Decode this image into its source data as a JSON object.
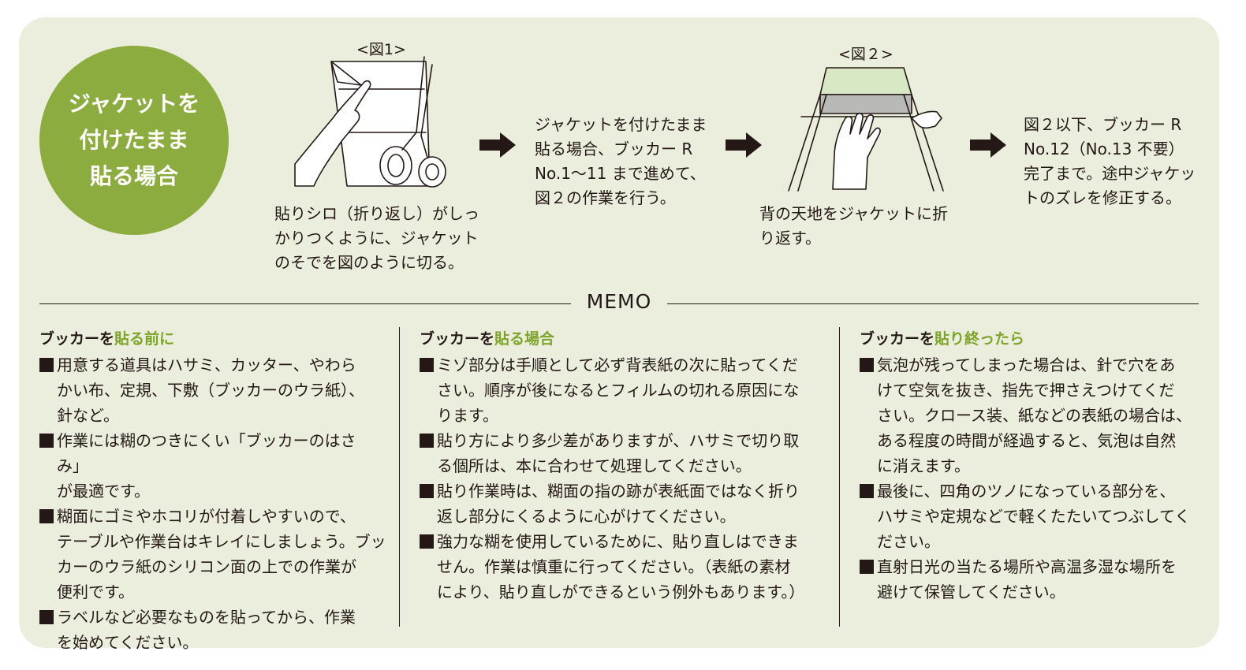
{
  "section_title": "ジャケットを\n付けたまま\n貼る場合",
  "fig1_label": "<図1>",
  "fig2_label": "<図２>",
  "step1_text": "貼りシロ（折り返し）がしっ\nかりつくように、ジャケット\nのそでを図のように切る。",
  "step2_text": "ジャケットを付けたまま\n貼る場合、ブッカー R\nNo.1〜11 まで進めて、\n図２の作業を行う。",
  "step3_text": "背の天地をジャケットに折\nり返す。",
  "step4_text": "図２以下、ブッカー R\nNo.12（No.13 不要）\n完了まで。途中ジャケッ\nトのズレを修正する。",
  "memo_title": "MEMO",
  "columns": [
    {
      "heading_prefix": "ブッカーを",
      "heading_highlight": "貼る前に",
      "items": [
        "用意する道具はハサミ、カッター、やわら\nかい布、定規、下敷（ブッカーのウラ紙）、\n針など。",
        "作業には糊のつきにくい「ブッカーのはさみ」\nが最適です。",
        "糊面にゴミやホコリが付着しやすいので、\nテーブルや作業台はキレイにしましょう。ブッ\nカーのウラ紙のシリコン面の上での作業が\n便利です。",
        "ラベルなど必要なものを貼ってから、作業\nを始めてください。"
      ]
    },
    {
      "heading_prefix": "ブッカーを",
      "heading_highlight": "貼る場合",
      "items": [
        "ミゾ部分は手順として必ず背表紙の次に貼ってくだ\nさい。順序が後になるとフィルムの切れる原因にな\nります。",
        "貼り方により多少差がありますが、ハサミで切り取\nる個所は、本に合わせて処理してください。",
        "貼り作業時は、糊面の指の跡が表紙面ではなく折り\n返し部分にくるように心がけてください。",
        "強力な糊を使用しているために、貼り直しはできま\nせん。作業は慎重に行ってください。（表紙の素材\nにより、貼り直しができるという例外もあります。）"
      ]
    },
    {
      "heading_prefix": "ブッカーを",
      "heading_highlight": "貼り終ったら",
      "items": [
        "気泡が残ってしまった場合は、針で穴をあ\nけて空気を抜き、指先で押さえつけてくだ\nさい。クロース装、紙などの表紙の場合は、\nある程度の時間が経過すると、気泡は自然\nに消えます。",
        "最後に、四角のツノになっている部分を、\nハサミや定規などで軽くたたいてつぶしてく\nださい。",
        "直射日光の当たる場所や高温多湿な場所を\n避けて保管してください。"
      ]
    }
  ],
  "colors": {
    "panel_bg": "#ebeedc",
    "accent_green": "#8cac3f",
    "heading_green": "#7ea42a",
    "text": "#231815"
  }
}
